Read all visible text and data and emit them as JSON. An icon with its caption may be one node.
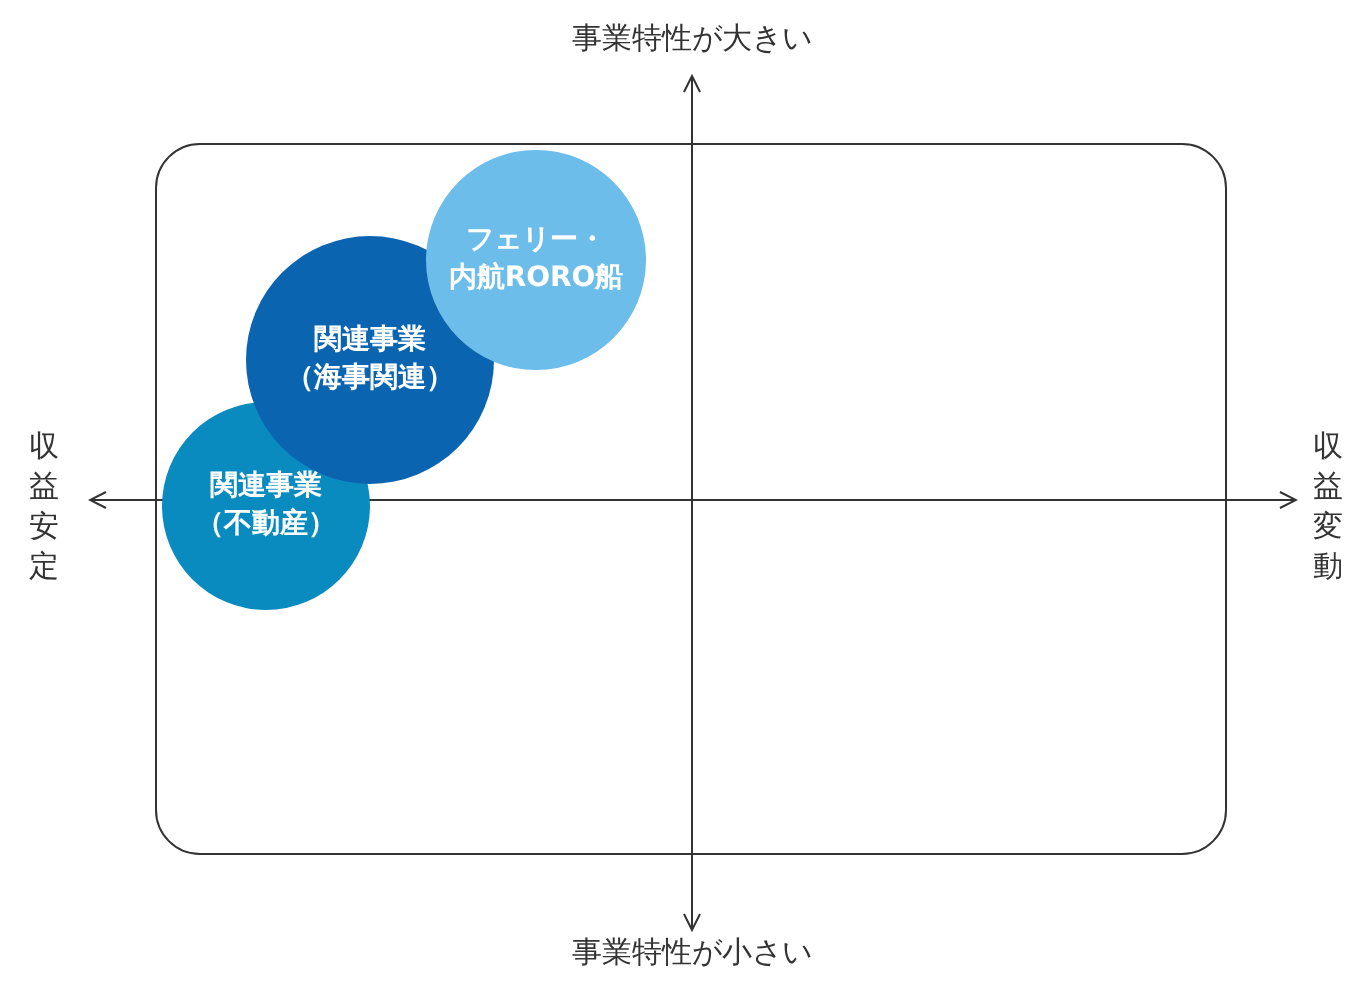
{
  "diagram": {
    "nodes": [
      {
        "text": [
          "フェリー・内航RORO船"
        ]
      },
      {
        "text": [
          "関連事業（海事関連）"
        ]
      },
      {
        "text": [
          "関連事業（不動産）"
        ]
      }
    ],
    "labels": [
      "事業特性が大きい",
      "収益安定",
      "収益変動",
      "事業特性が小さい"
    ]
  }
}
